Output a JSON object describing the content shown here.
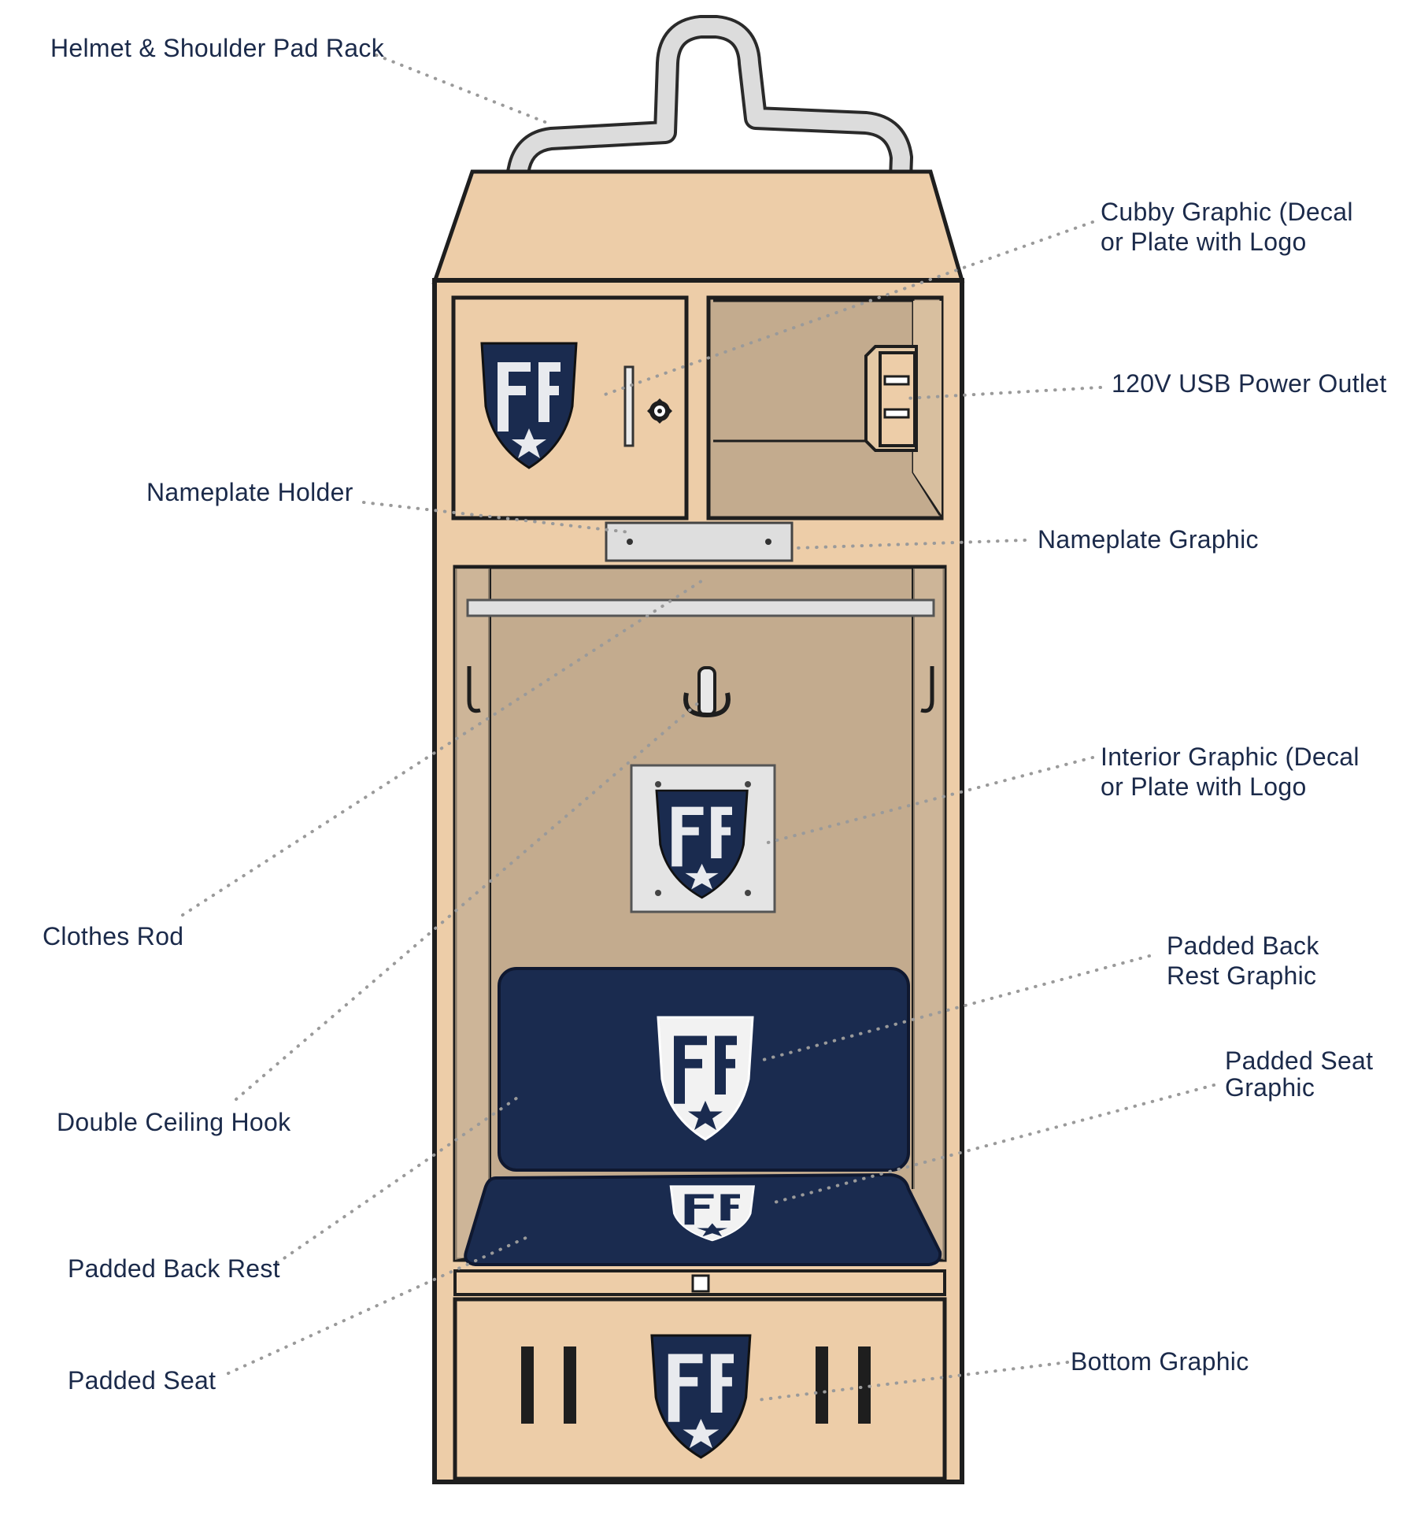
{
  "colors": {
    "wood_light": "#edcda8",
    "wood_interior": "#c3ab8e",
    "navy": "#1a2b4f",
    "outline": "#1e1e1e",
    "leader": "#9a9a9a",
    "metal": "#dcdcdc",
    "label_text": "#1b2a4a"
  },
  "icons": {
    "logo": "shield-af-logo-icon",
    "lock": "keyhole-lock-icon",
    "usb": "usb-outlet-icon",
    "hook": "double-hook-icon"
  },
  "labels": {
    "helmet_rack": "Helmet & Shoulder Pad Rack",
    "cubby_graphic_1": "Cubby Graphic (Decal",
    "cubby_graphic_2": "or Plate with Logo",
    "usb_outlet": "120V USB Power Outlet",
    "nameplate_holder": "Nameplate Holder",
    "nameplate_graphic": "Nameplate Graphic",
    "interior_graphic_1": "Interior Graphic (Decal",
    "interior_graphic_2": "or Plate with Logo",
    "clothes_rod": "Clothes Rod",
    "back_rest_graphic_1": "Padded Back",
    "back_rest_graphic_2": "Rest Graphic",
    "seat_graphic_1": "Padded Seat",
    "seat_graphic_2": "Graphic",
    "double_hook": "Double Ceiling Hook",
    "back_rest": "Padded Back Rest",
    "seat": "Padded Seat",
    "bottom_graphic": "Bottom Graphic"
  }
}
